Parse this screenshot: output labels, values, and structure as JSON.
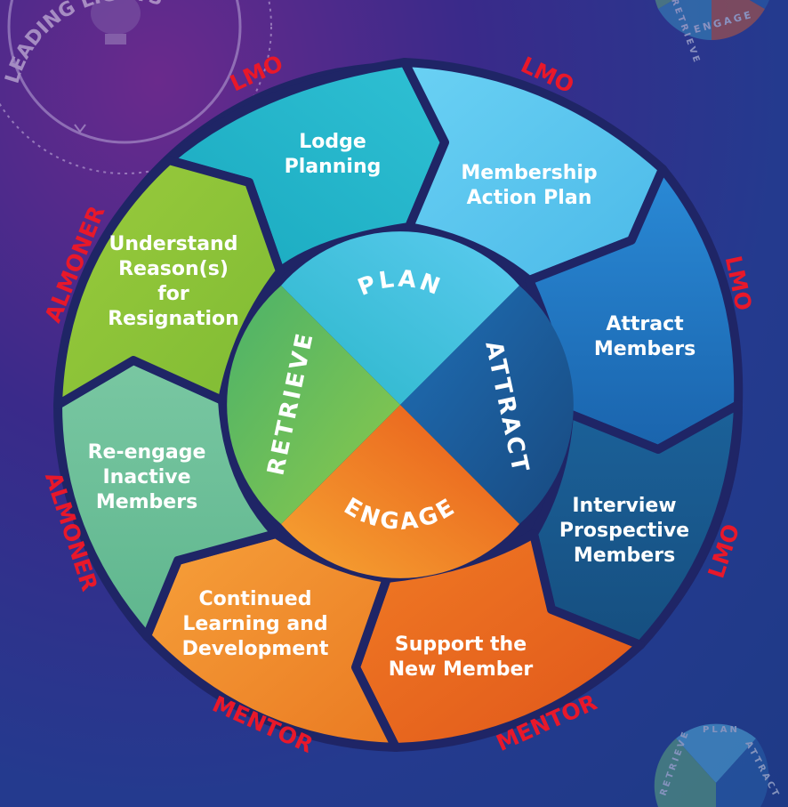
{
  "logo": {
    "text": "LEADING LIGHTS"
  },
  "core": {
    "plan": "PLAN",
    "attract": "ATTRACT",
    "engage": "ENGAGE",
    "retrieve": "RETRIEVE"
  },
  "segments": [
    {
      "lines": [
        "Lodge",
        "Planning"
      ]
    },
    {
      "lines": [
        "Membership",
        "Action Plan"
      ]
    },
    {
      "lines": [
        "Attract",
        "Members"
      ]
    },
    {
      "lines": [
        "Interview",
        "Prospective",
        "Members"
      ]
    },
    {
      "lines": [
        "Support the",
        "New Member"
      ]
    },
    {
      "lines": [
        "Continued",
        "Learning and",
        "Development"
      ]
    },
    {
      "lines": [
        "Re-engage",
        "Inactive",
        "Members"
      ]
    },
    {
      "lines": [
        "Understand",
        "Reason(s)",
        "for",
        "Resignation"
      ]
    }
  ],
  "roles": {
    "lmo_1": "LMO",
    "lmo_2": "LMO",
    "lmo_3": "LMO",
    "lmo_4": "LMO",
    "mentor_1": "MENTOR",
    "mentor_2": "MENTOR",
    "almoner_1": "ALMONER",
    "almoner_2": "ALMONER"
  },
  "mini_logo_top": {
    "engage": "ENGAGE",
    "retrieve": "RETRIEVE"
  },
  "mini_logo_bottom": {
    "plan": "PLAN",
    "attract": "ATTRACT",
    "retrieve": "RETRIEVE"
  },
  "colors": {
    "ring_outline": "#1f2566",
    "lodge_planning": "#1fb3c7",
    "membership_action_plan": "#5cc8ee",
    "attract_members": "#1e74c6",
    "interview": "#1b5a94",
    "support": "#e8621c",
    "continued_learning": "#f08a2a",
    "reengage": "#6cc09a",
    "understand": "#8cc43a",
    "role_text": "#e8182a"
  }
}
